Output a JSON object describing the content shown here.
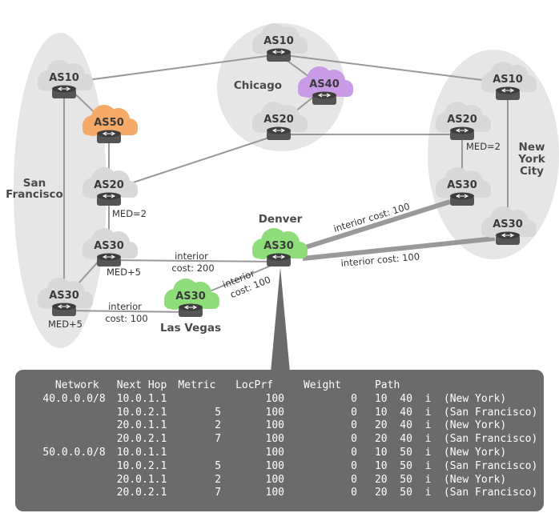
{
  "regions": {
    "san_francisco": [
      "San",
      "Francisco"
    ],
    "chicago": "Chicago",
    "new_york": [
      "New",
      "York",
      "City"
    ],
    "denver": "Denver",
    "las_vegas": "Las Vegas"
  },
  "routers": {
    "sf_as10": "AS10",
    "sf_as50": "AS50",
    "sf_as20": "AS20",
    "sf_as30a": "AS30",
    "sf_as30b": "AS30",
    "chi_as10": "AS10",
    "chi_as40": "AS40",
    "chi_as20": "AS20",
    "ny_as10": "AS10",
    "ny_as20": "AS20",
    "ny_as30a": "AS30",
    "ny_as30b": "AS30",
    "den_as30": "AS30",
    "lv_as30": "AS30"
  },
  "link_labels": {
    "sf_med2": "MED=2",
    "sf_med5a": "MED+5",
    "sf_med5b": "MED+5",
    "ny_med2": "MED=2",
    "cost_200": [
      "interior",
      "cost: 200"
    ],
    "cost_lv_sf": [
      "interior",
      "cost: 100"
    ],
    "cost_lv_den": [
      "interior",
      "cost: 100"
    ],
    "cost_ny_top": "interior cost: 100",
    "cost_ny_bottom": "interior cost: 100"
  },
  "colors": {
    "router_default": "#d8d8d8",
    "router_as50": "#f7a968",
    "router_as40": "#c99ae6",
    "router_as30_green": "#8fdc7a",
    "region_bg": "#e6e6e6",
    "panel_bg": "#6b6b6b"
  },
  "bgp_table": {
    "headers": {
      "network": "Network",
      "next_hop": "Next Hop",
      "metric": "Metric",
      "locprf": "LocPrf",
      "weight": "Weight",
      "path": "Path"
    },
    "rows": [
      {
        "network": "40.0.0.0/8",
        "next_hop": "10.0.1.1",
        "metric": "",
        "locprf": "100",
        "weight": "0",
        "path": "10  40  i",
        "note": "(New York)"
      },
      {
        "network": "",
        "next_hop": "10.0.2.1",
        "metric": "5",
        "locprf": "100",
        "weight": "0",
        "path": "10  40  i",
        "note": "(San Francisco)"
      },
      {
        "network": "",
        "next_hop": "20.0.1.1",
        "metric": "2",
        "locprf": "100",
        "weight": "0",
        "path": "20  40  i",
        "note": "(New York)"
      },
      {
        "network": "",
        "next_hop": "20.0.2.1",
        "metric": "7",
        "locprf": "100",
        "weight": "0",
        "path": "20  40  i",
        "note": "(San Francisco)"
      },
      {
        "network": "50.0.0.0/8",
        "next_hop": "10.0.1.1",
        "metric": "",
        "locprf": "100",
        "weight": "0",
        "path": "10  50  i",
        "note": "(New York)"
      },
      {
        "network": "",
        "next_hop": "10.0.2.1",
        "metric": "5",
        "locprf": "100",
        "weight": "0",
        "path": "10  50  i",
        "note": "(San Francisco)"
      },
      {
        "network": "",
        "next_hop": "20.0.1.1",
        "metric": "2",
        "locprf": "100",
        "weight": "0",
        "path": "20  50  i",
        "note": "(New York)"
      },
      {
        "network": "",
        "next_hop": "20.0.2.1",
        "metric": "7",
        "locprf": "100",
        "weight": "0",
        "path": "20  50  i",
        "note": "(San Francisco)"
      }
    ]
  }
}
